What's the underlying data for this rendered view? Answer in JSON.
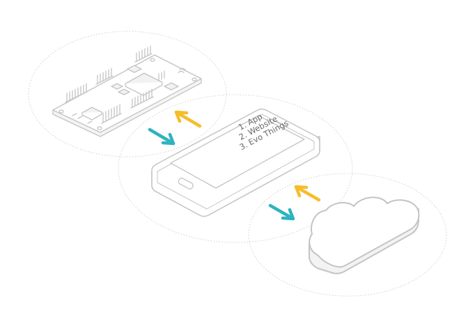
{
  "phone": {
    "lines": [
      "1. App",
      "2. Website",
      "3. Evo Things"
    ]
  },
  "colors": {
    "arrow_teal": "#2fb3c0",
    "arrow_yellow": "#f6bd2b",
    "outline": "#c9c9c9",
    "dotted": "#cfcfcf"
  },
  "icons": [
    "circuit-board-icon",
    "smartphone-icon",
    "cloud-icon",
    "arrow-in-icon",
    "arrow-out-icon"
  ]
}
